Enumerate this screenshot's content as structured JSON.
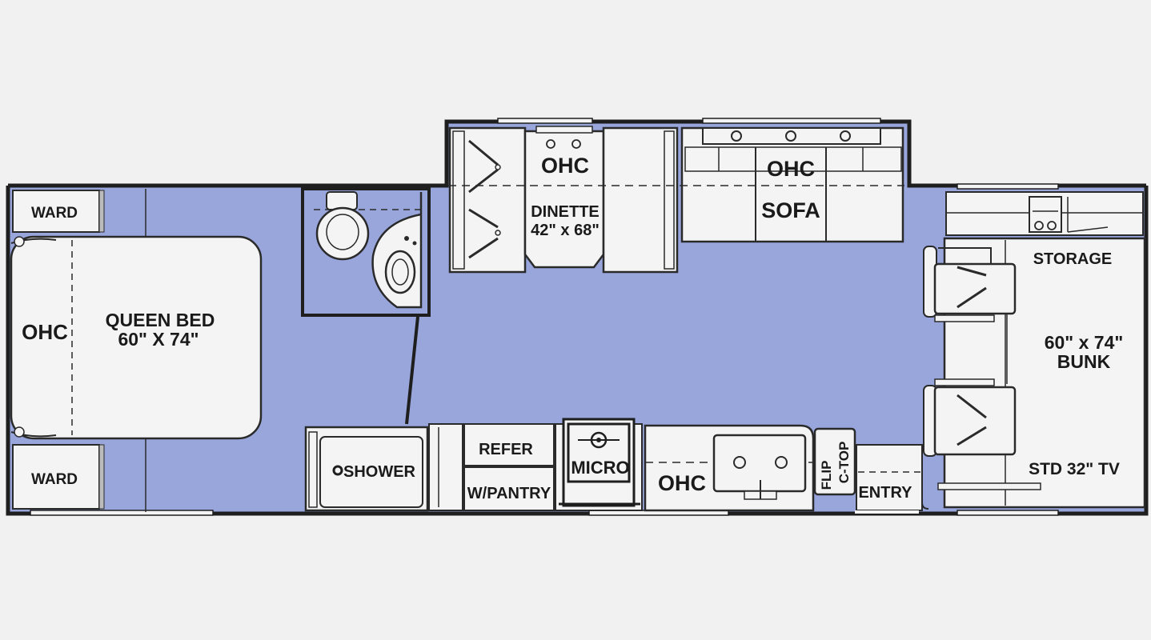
{
  "colors": {
    "background": "#f1f1f1",
    "floor": "#98a6dc",
    "wall": "#1e1e1e",
    "furniture": "#f4f4f4",
    "outline": "#2a2a2a"
  },
  "labels": {
    "ward_top": "WARD",
    "ward_bottom": "WARD",
    "ohc_bedroom": "OHC",
    "queen_bed_name": "QUEEN BED",
    "queen_bed_size": "60\" X 74\"",
    "ohc_dinette": "OHC",
    "dinette_name": "DINETTE",
    "dinette_size": "42\" x 68\"",
    "ohc_sofa": "OHC",
    "sofa": "SOFA",
    "storage": "STORAGE",
    "bunk_size": "60\" x 74\"",
    "bunk_name": "BUNK",
    "tv": "STD 32\" TV",
    "shower": "SHOWER",
    "refer": "REFER",
    "pantry": "W/PANTRY",
    "micro": "MICRO",
    "ohc_kitchen": "OHC",
    "flip_ctop_line1": "FLIP",
    "flip_ctop_line2": "C-TOP",
    "entry": "ENTRY"
  },
  "icons": [
    "toilet-icon",
    "bathroom-sink-icon",
    "stove-burner-icon",
    "kitchen-sink-icon",
    "driver-seat-icon",
    "passenger-seat-icon"
  ]
}
